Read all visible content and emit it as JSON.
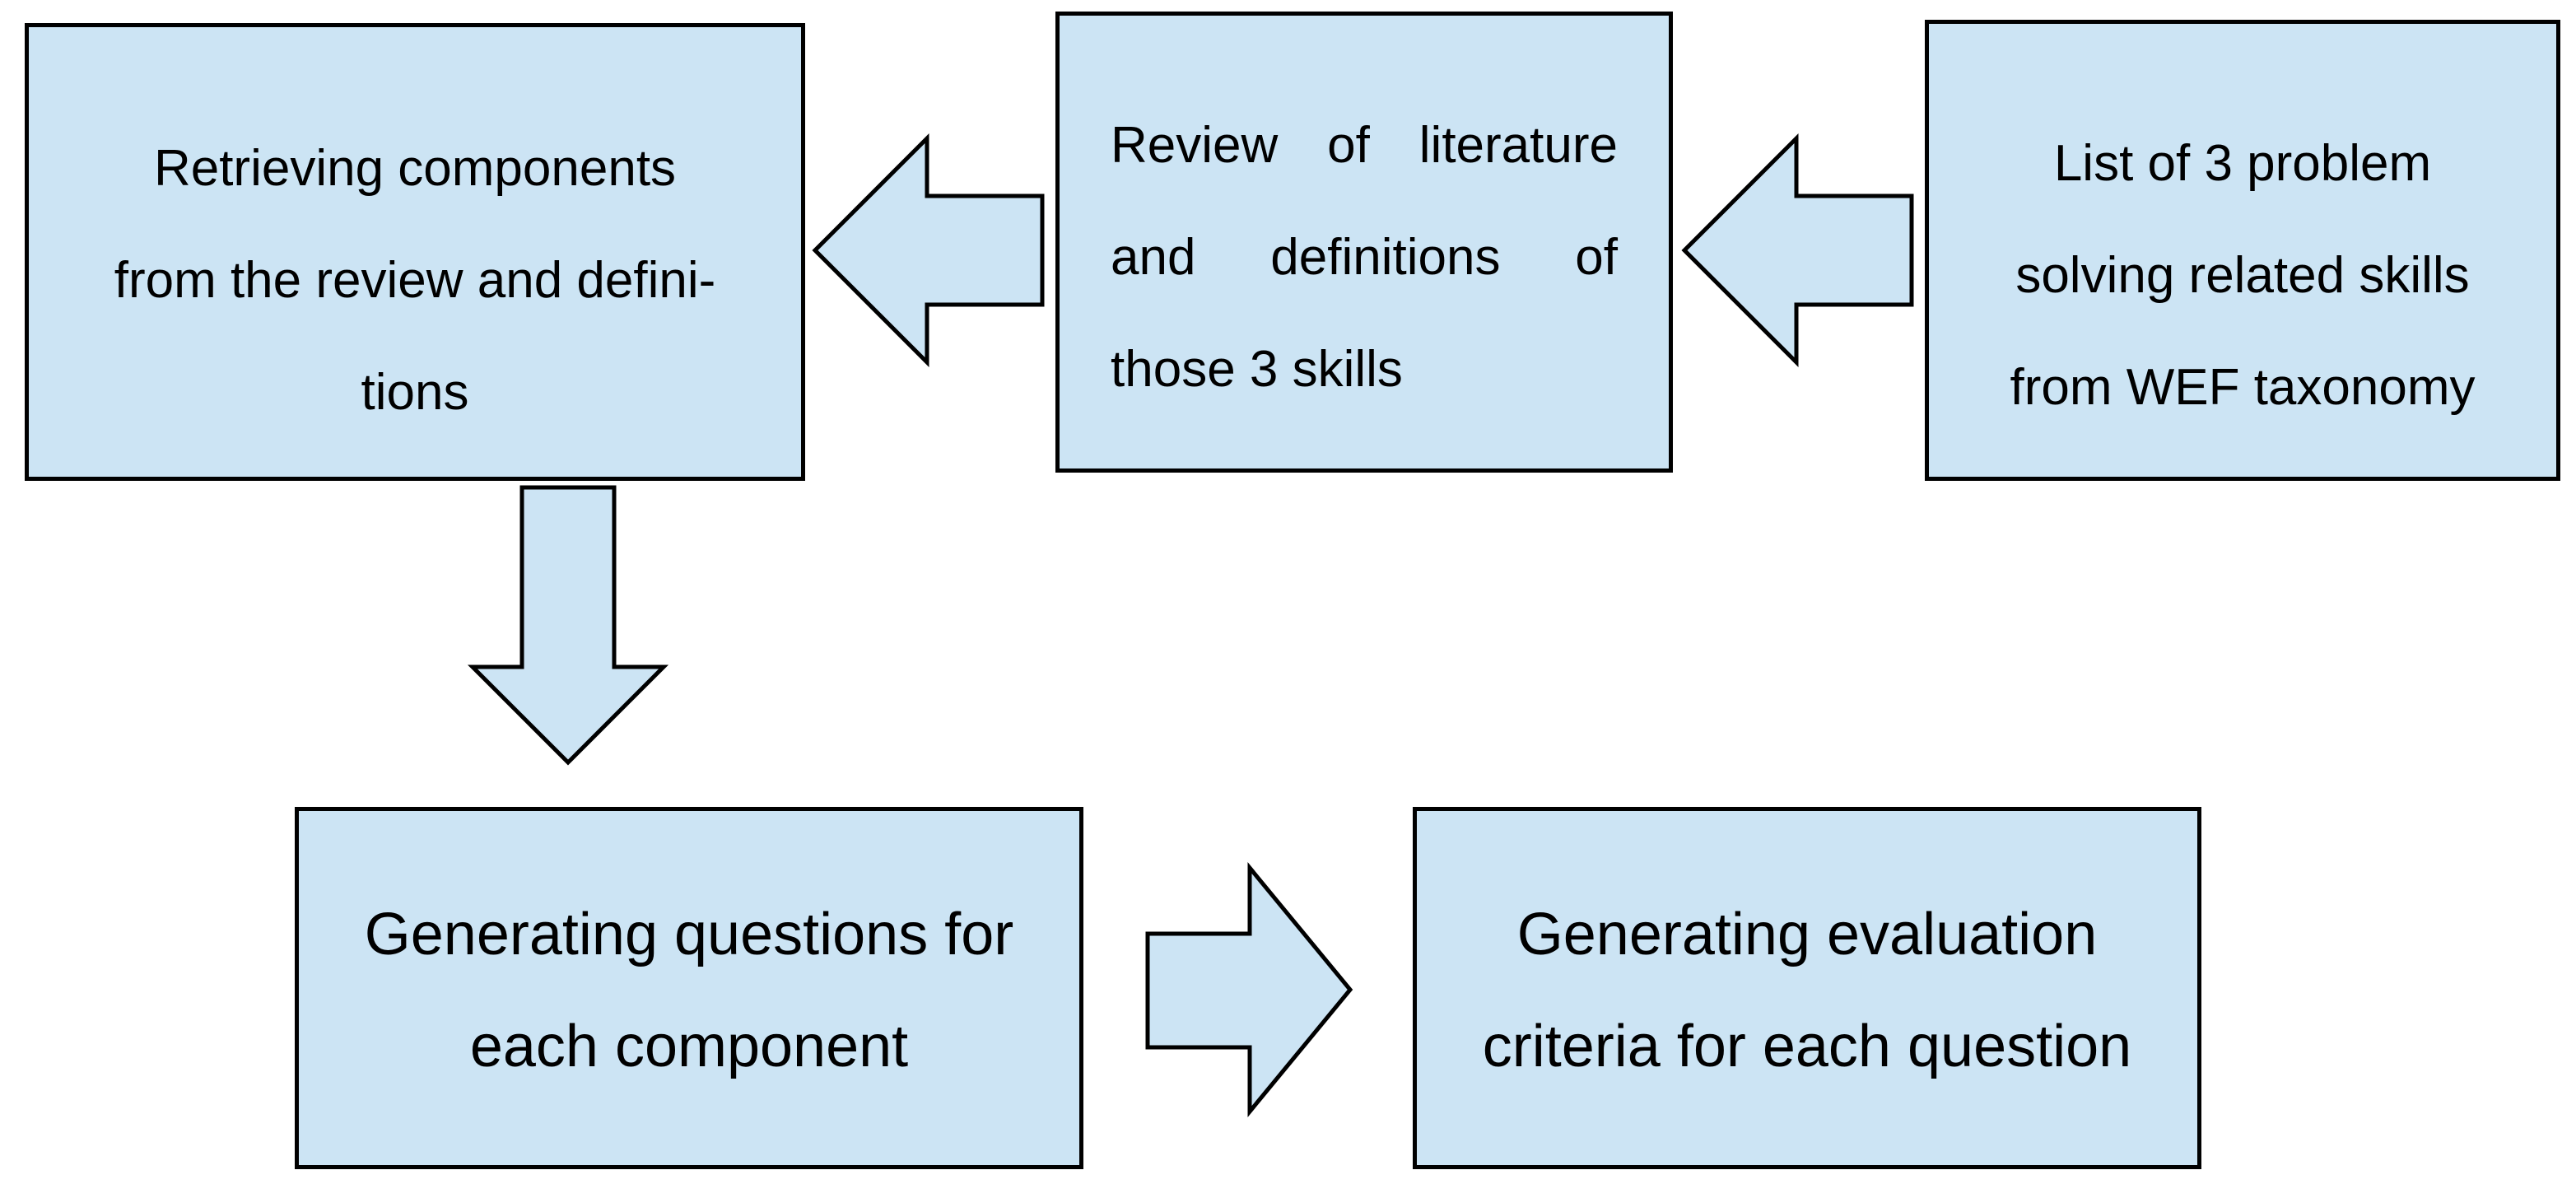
{
  "diagram": {
    "colors": {
      "box_fill": "#cce4f4",
      "stroke": "#000000",
      "background": "#ffffff"
    },
    "nodes": {
      "retrieving": {
        "lines": [
          "Retrieving components",
          "from the review and defini-",
          "tions"
        ]
      },
      "review": {
        "lines": [
          "Review of literature",
          "and definitions of",
          "those 3 skills"
        ]
      },
      "list": {
        "lines": [
          "List of 3 problem",
          "solving related skills",
          "from WEF taxonomy"
        ]
      },
      "questions": {
        "lines": [
          "Generating questions for",
          "each component"
        ]
      },
      "criteria": {
        "lines": [
          "Generating evaluation",
          "criteria for each question"
        ]
      }
    },
    "edges": [
      {
        "from": "list",
        "to": "review"
      },
      {
        "from": "review",
        "to": "retrieving"
      },
      {
        "from": "retrieving",
        "to": "questions"
      },
      {
        "from": "questions",
        "to": "criteria"
      }
    ]
  }
}
